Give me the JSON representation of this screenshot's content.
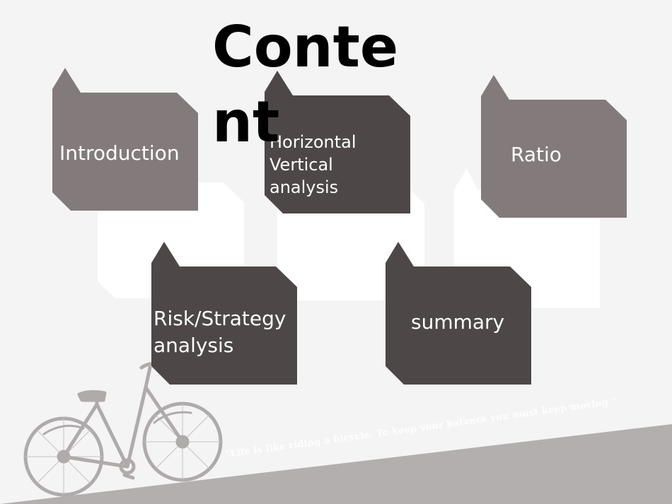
{
  "slide": {
    "title": "Content",
    "quote": "“Life is like riding a bicycle. To keep your balance you must keep moving.”"
  },
  "cards": [
    {
      "id": "introduction",
      "label": "Introduction",
      "color": "#837b7b"
    },
    {
      "id": "horizontal-vertical",
      "label": "Horizontal\nVertical\nanalysis",
      "color": "#4d4747"
    },
    {
      "id": "ratio",
      "label": "Ratio",
      "color": "#837b7b"
    },
    {
      "id": "risk-strategy",
      "label": "Risk/Strategy\nanalysis",
      "color": "#4d4747"
    },
    {
      "id": "summary",
      "label": "summary",
      "color": "#4d4747"
    }
  ],
  "colors": {
    "background": "#f4f4f4",
    "ground": "#b4afaf",
    "light_card": "#837b7b",
    "dark_card": "#4d4747",
    "ghost_panel": "#ffffff"
  },
  "icons": [
    "bicycle-icon"
  ]
}
